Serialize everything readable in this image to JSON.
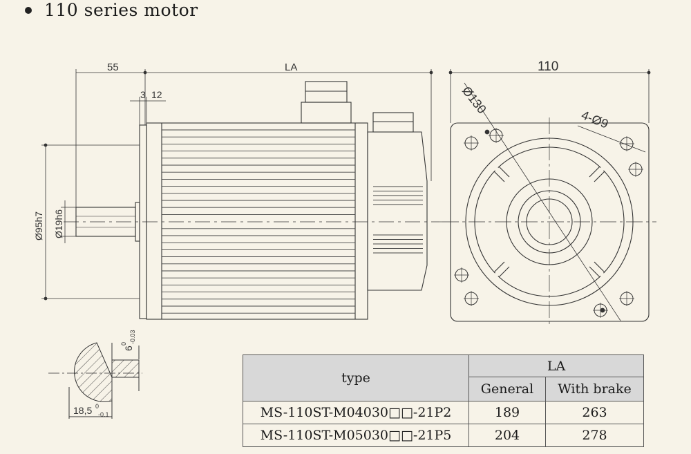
{
  "heading": "110 series motor",
  "dimensions": {
    "shaft_length": "55",
    "body_length": "LA",
    "flange_a": "3",
    "flange_b": "12",
    "frame_size": "110",
    "bolt_circle": "Ø130",
    "mount_holes": "4-Ø9",
    "pilot_diameter": "Ø95h7",
    "shaft_diameter": "Ø19h6",
    "key_width_main": "6",
    "key_width_tol_upper": "0",
    "key_width_tol_lower": "-0.03",
    "key_depth_main": "18,5",
    "key_depth_tol_upper": "0",
    "key_depth_tol_lower": "-0.1"
  },
  "table": {
    "type_header": "type",
    "la_header": "LA",
    "general_header": "General",
    "brake_header": "With brake",
    "rows": [
      {
        "type": "MS-110ST-M04030□□-21P2",
        "general": "189",
        "brake": "263"
      },
      {
        "type": "MS-110ST-M05030□□-21P5",
        "general": "204",
        "brake": "278"
      }
    ]
  }
}
